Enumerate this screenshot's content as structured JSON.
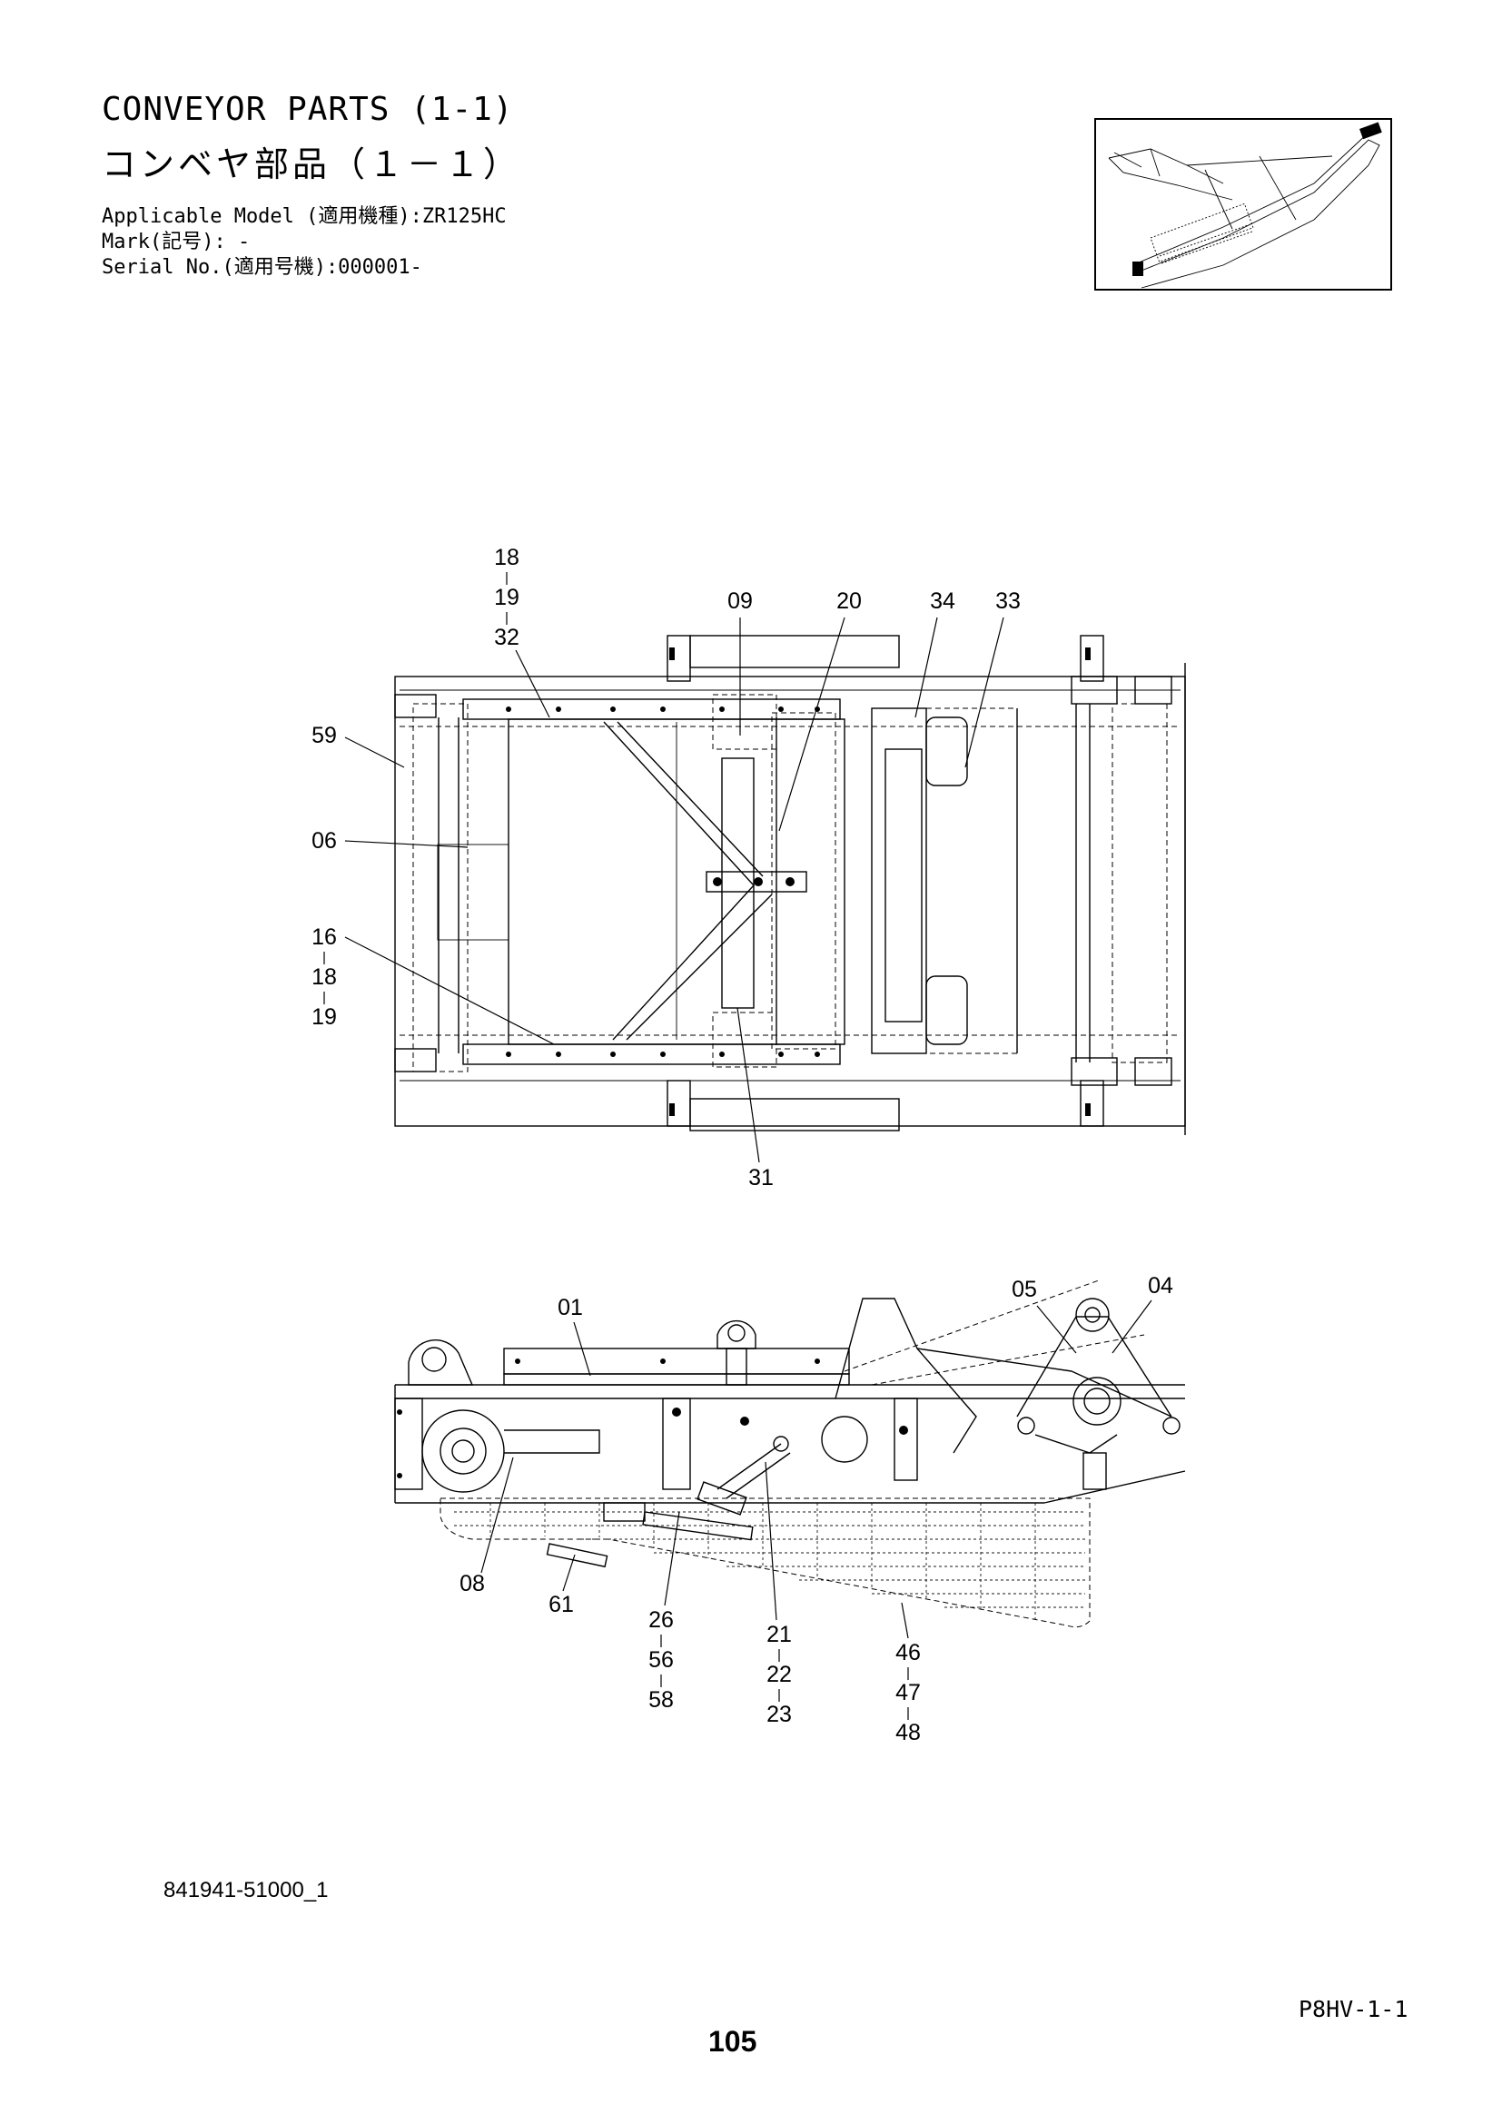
{
  "header": {
    "title_en": "CONVEYOR PARTS (1-1)",
    "title_ja": "コンベヤ部品（１－１）",
    "applicable_model": "Applicable Model (適用機種):ZR125HC",
    "mark": "Mark(記号): -",
    "serial_no": "Serial No.(適用号機):000001-"
  },
  "top_view_callouts": {
    "c18_19_32": [
      "18",
      "19",
      "32"
    ],
    "c09": "09",
    "c20": "20",
    "c34": "34",
    "c33": "33",
    "c59": "59",
    "c06": "06",
    "c16_18_19": [
      "16",
      "18",
      "19"
    ],
    "c31": "31"
  },
  "side_view_callouts": {
    "c01": "01",
    "c05": "05",
    "c04": "04",
    "c08": "08",
    "c61": "61",
    "c26_56_58": [
      "26",
      "56",
      "58"
    ],
    "c21_22_23": [
      "21",
      "22",
      "23"
    ],
    "c46_47_48": [
      "46",
      "47",
      "48"
    ]
  },
  "footer": {
    "drawing_number": "841941-51000_1",
    "page_code": "P8HV-1-1",
    "page_number": "105"
  }
}
